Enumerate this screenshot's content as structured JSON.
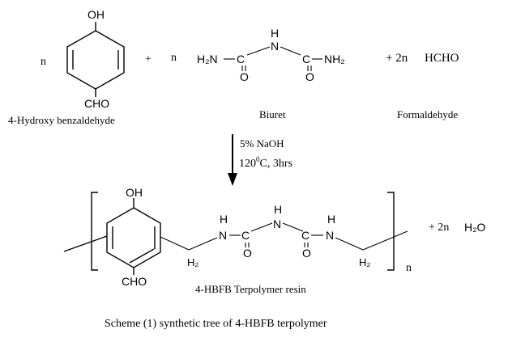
{
  "reactants": {
    "coefficient_n1": "n",
    "plus1": "+",
    "coefficient_n2": "n",
    "plus2": "+ 2n",
    "formaldehyde_formula": "HCHO",
    "hydroxy_benz": {
      "oh": "OH",
      "cho": "CHO",
      "name": "4-Hydroxy benzaldehyde"
    },
    "biuret": {
      "h": "H",
      "n_center": "N",
      "c_left": "C",
      "c_right": "C",
      "o_left": "O",
      "o_right": "O",
      "h2n": "H₂N",
      "nh2": "NH₂",
      "name": "Biuret"
    },
    "formaldehyde_name": "Formaldehyde"
  },
  "conditions": {
    "line1": "5% NaOH",
    "temp_value": "120",
    "temp_sup": "0",
    "temp_rest": "C, 3hrs"
  },
  "product": {
    "oh": "OH",
    "cho": "CHO",
    "ch2_left": "H₂",
    "ch2_right": "H₂",
    "h1": "H",
    "n1": "N",
    "c1": "C",
    "o1": "O",
    "h2": "H",
    "n2": "N",
    "c2": "C",
    "o2": "O",
    "h3": "H",
    "n3": "N",
    "c_left": "C",
    "c_right": "C",
    "subscript_n": "n",
    "byproduct": "+ 2n",
    "water": "H₂O",
    "name": "4-HBFB Terpolymer resin"
  },
  "caption": "Scheme (1) synthetic tree of 4-HBFB terpolymer"
}
